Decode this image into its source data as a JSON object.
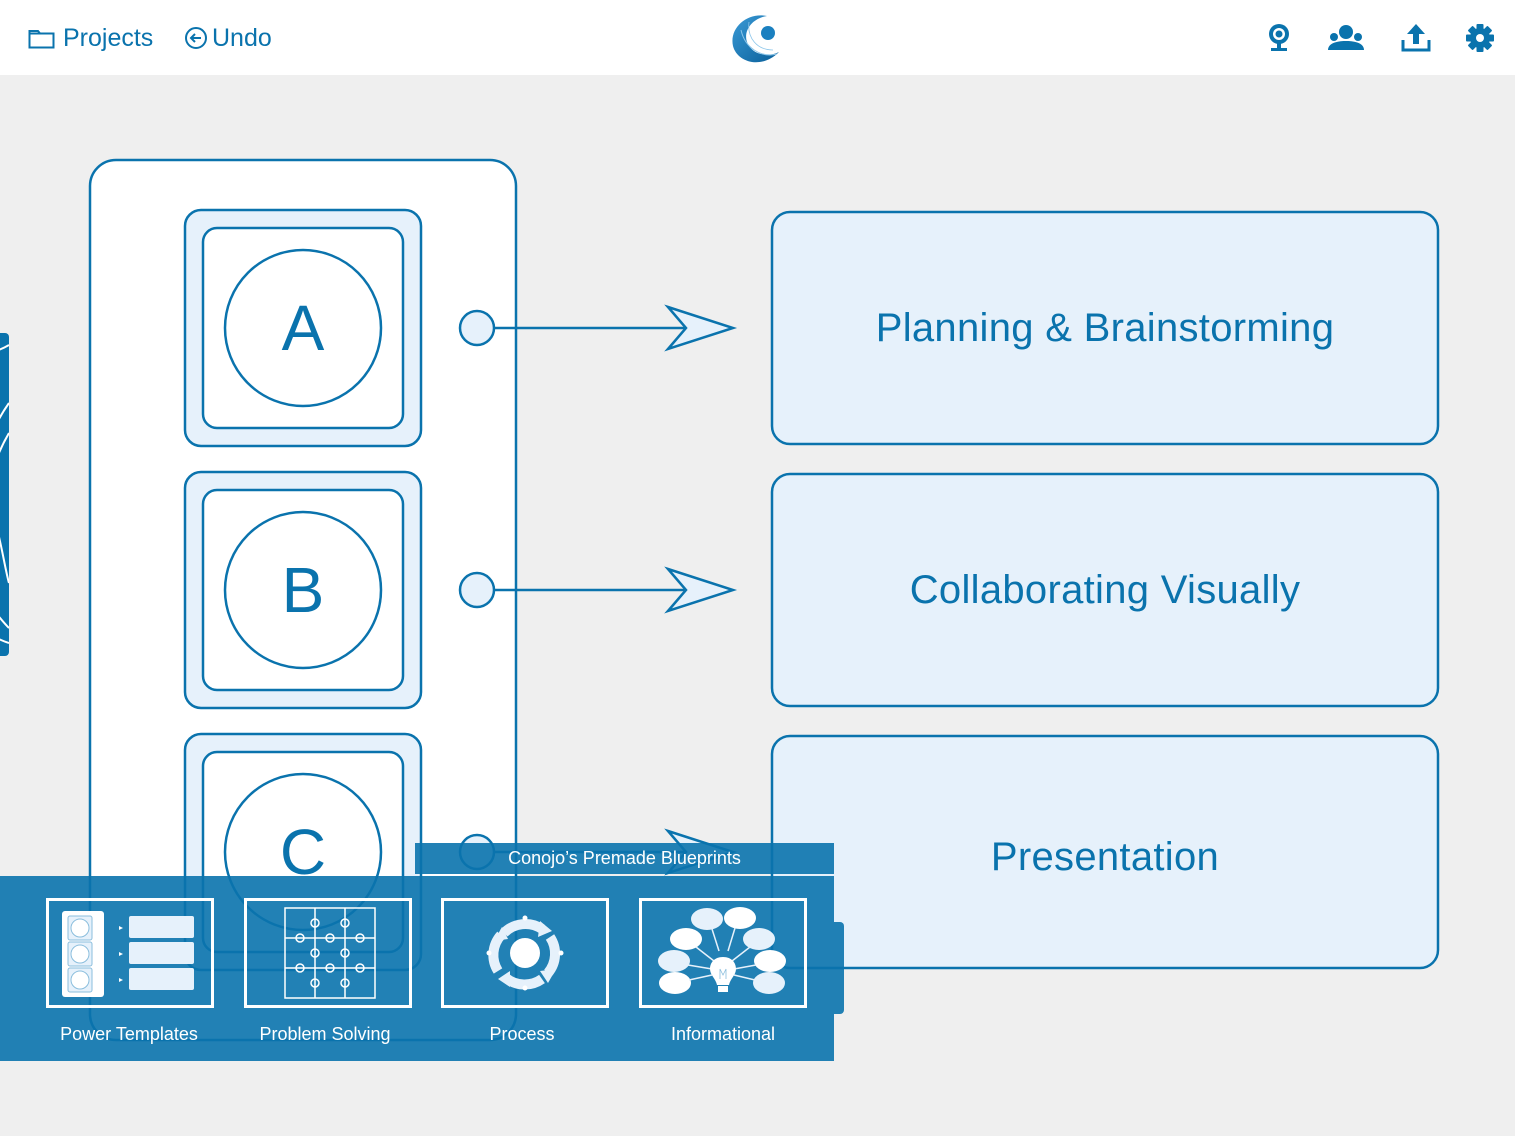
{
  "topbar": {
    "projects_label": "Projects",
    "undo_label": "Undo",
    "logo": "conojo-logo",
    "right_icons": [
      "webcam-icon",
      "users-icon",
      "upload-icon",
      "gear-icon"
    ]
  },
  "diagram": {
    "left_items": [
      {
        "letter": "A"
      },
      {
        "letter": "B"
      },
      {
        "letter": "C"
      }
    ],
    "right_boxes": [
      {
        "label": "Planning & Brainstorming"
      },
      {
        "label": "Collaborating Visually"
      },
      {
        "label": "Presentation"
      }
    ]
  },
  "blueprints": {
    "title": "Conojo’s Premade Blueprints",
    "items": [
      {
        "label": "Power Templates",
        "icon": "power-templates-icon"
      },
      {
        "label": "Problem Solving",
        "icon": "puzzle-icon"
      },
      {
        "label": "Process",
        "icon": "cycle-icon"
      },
      {
        "label": "Informational",
        "icon": "lightbulb-bubbles-icon"
      }
    ]
  },
  "colors": {
    "accent": "#0a73ad",
    "box_fill": "#e6f1fb",
    "background": "#efefef"
  }
}
